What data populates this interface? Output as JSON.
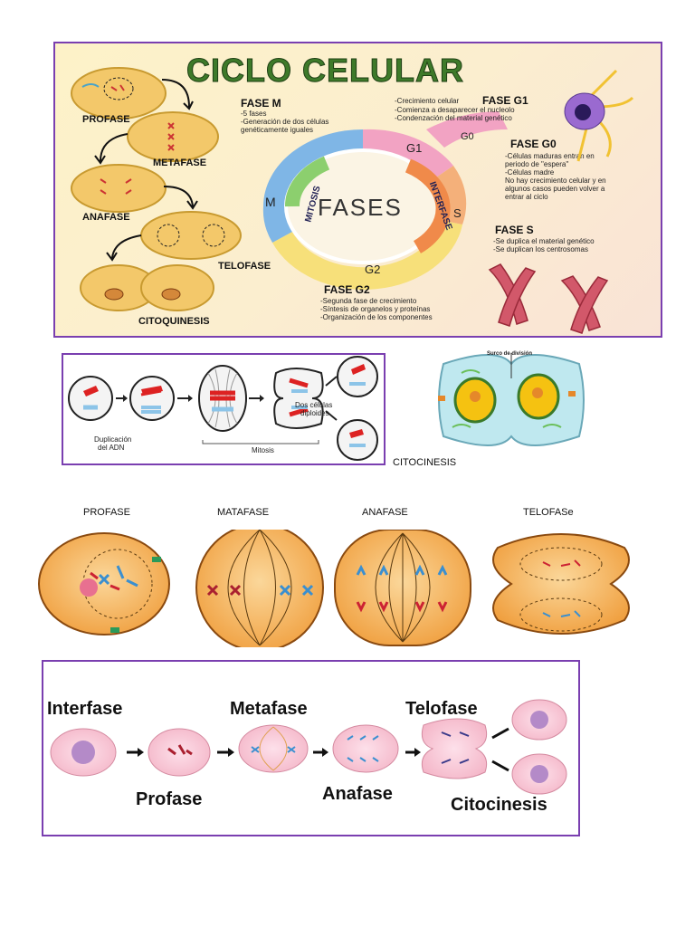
{
  "infographic": {
    "title": "CICLO CELULAR",
    "center_label": "FASES",
    "ring_labels": {
      "m": "M",
      "g1": "G1",
      "g0": "G0",
      "s": "S",
      "g2": "G2",
      "mitosis": "MITOSIS",
      "interfase": "INTERFASE"
    },
    "stage_labels": [
      "PROFASE",
      "METAFASE",
      "ANAFASE",
      "TELOFASE",
      "CITOQUINESIS"
    ],
    "fase_m": {
      "heading": "FASE M",
      "lines": [
        "-5 fases",
        "-Generación de dos células",
        "genéticamente iguales"
      ]
    },
    "fase_g1": {
      "heading": "FASE G1",
      "lines": [
        "-Crecimiento celular",
        "-Comienza a desaparecer el nucleolo",
        "-Condenzación del material genético"
      ]
    },
    "fase_g0": {
      "heading": "FASE G0",
      "lines": [
        "-Células maduras entran en",
        "periodo de \"espera\"",
        "-Células madre",
        "No hay crecimiento celular y en",
        "algunos casos pueden volver a",
        "entrar al ciclo"
      ]
    },
    "fase_s": {
      "heading": "FASE S",
      "lines": [
        "-Se duplica el material genético",
        "-Se duplican los centrosomas"
      ]
    },
    "fase_g2": {
      "heading": "FASE G2",
      "lines": [
        "-Segunda fase de crecimiento",
        "-Síntesis de organelos y proteínas",
        "-Organización de los componentes"
      ]
    }
  },
  "mitosis_diagram": {
    "dup_label_1": "Duplicación",
    "dup_label_2": "del ADN",
    "mitosis_label": "Mitosis",
    "result_label_1": "Dos células",
    "result_label_2": "diploides"
  },
  "cytokinesis_figure": {
    "inner_label": "Surco de división",
    "caption": "CITOCINESIS"
  },
  "phase_row": {
    "labels": [
      "PROFASE",
      "MATAFASE",
      "ANAFASE",
      "TELOFASe"
    ]
  },
  "sequence": {
    "labels": [
      "Interfase",
      "Metafase",
      "Telofase",
      "Profase",
      "Anafase",
      "Citocinesis"
    ]
  },
  "colors": {
    "frame": "#7a3fb0",
    "cell_orange": "#f0a040",
    "chromosome_red": "#cc2233",
    "chromosome_blue": "#3a8fd0"
  }
}
